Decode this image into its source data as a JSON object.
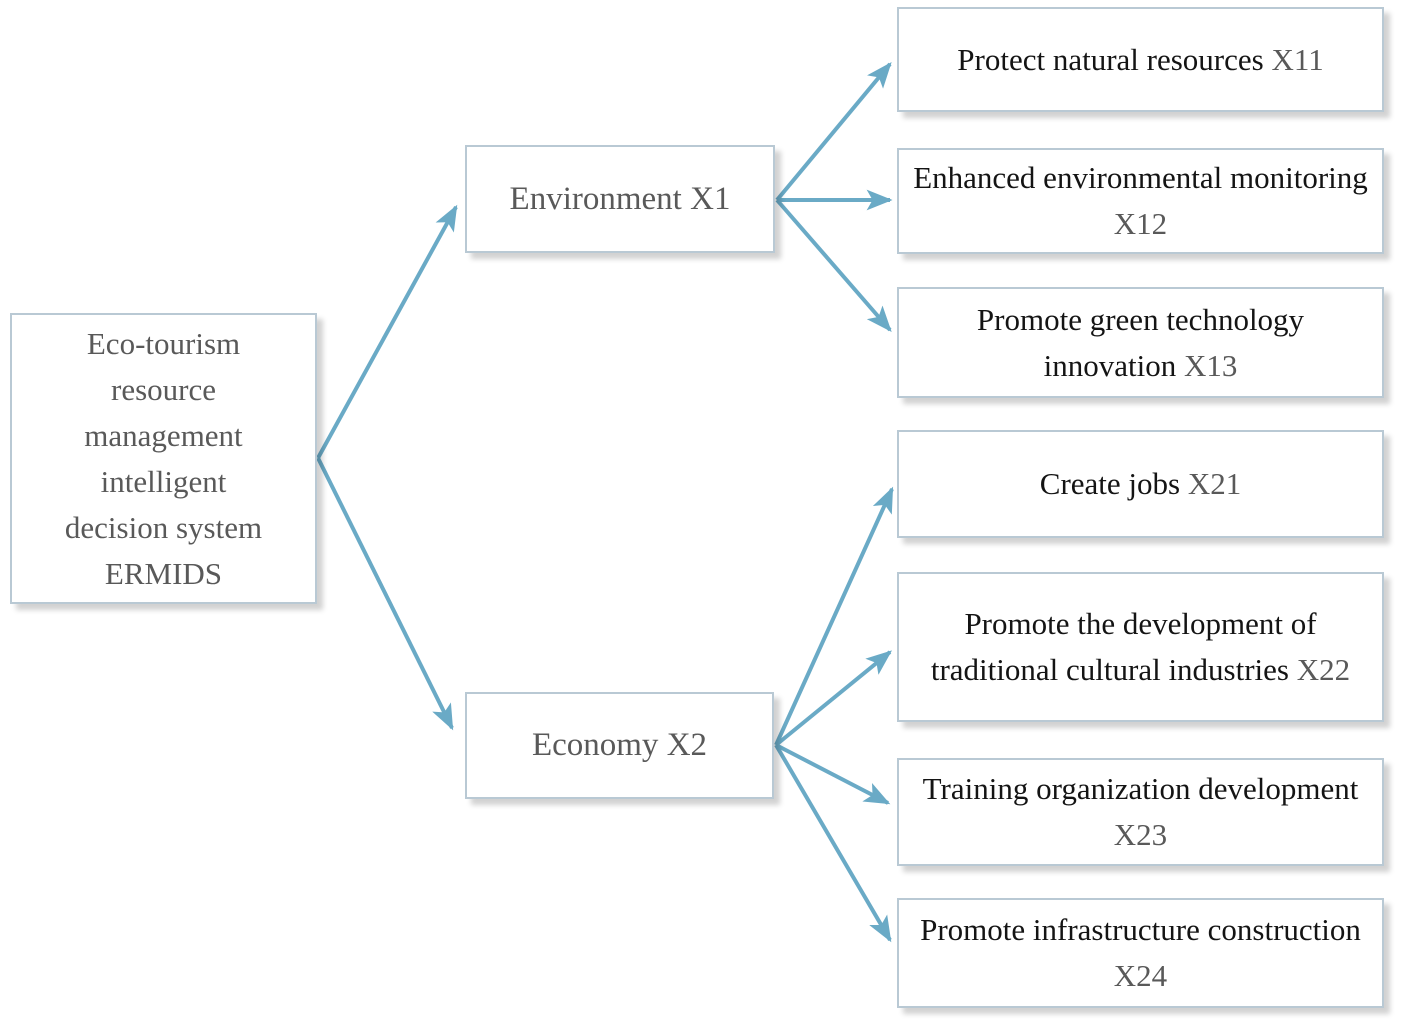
{
  "diagram": {
    "root": {
      "lines": [
        "Eco-tourism",
        "resource",
        "management",
        "intelligent",
        "decision system",
        "ERMIDS"
      ],
      "full_text": "Eco-tourism resource management intelligent decision system ERMIDS"
    },
    "level2": [
      {
        "label": "Environment",
        "code": "X1"
      },
      {
        "label": "Economy",
        "code": "X2"
      }
    ],
    "leaves": [
      {
        "label": "Protect natural resources",
        "code": "X11",
        "parent": "X1"
      },
      {
        "label": "Enhanced environmental monitoring",
        "code": "X12",
        "parent": "X1"
      },
      {
        "label": "Promote green technology innovation",
        "code": "X13",
        "parent": "X1"
      },
      {
        "label": "Create jobs",
        "code": "X21",
        "parent": "X2"
      },
      {
        "label": "Promote the development of traditional cultural industries",
        "code": "X22",
        "parent": "X2"
      },
      {
        "label": "Training organization development",
        "code": "X23",
        "parent": "X2"
      },
      {
        "label": "Promote infrastructure construction",
        "code": "X24",
        "parent": "X2"
      }
    ],
    "colors": {
      "arrow": "#6aaac6",
      "box_border": "#b9c9d4",
      "box_fill": "#ffffff",
      "gray_text": "#595959",
      "black_text": "#141414"
    }
  }
}
